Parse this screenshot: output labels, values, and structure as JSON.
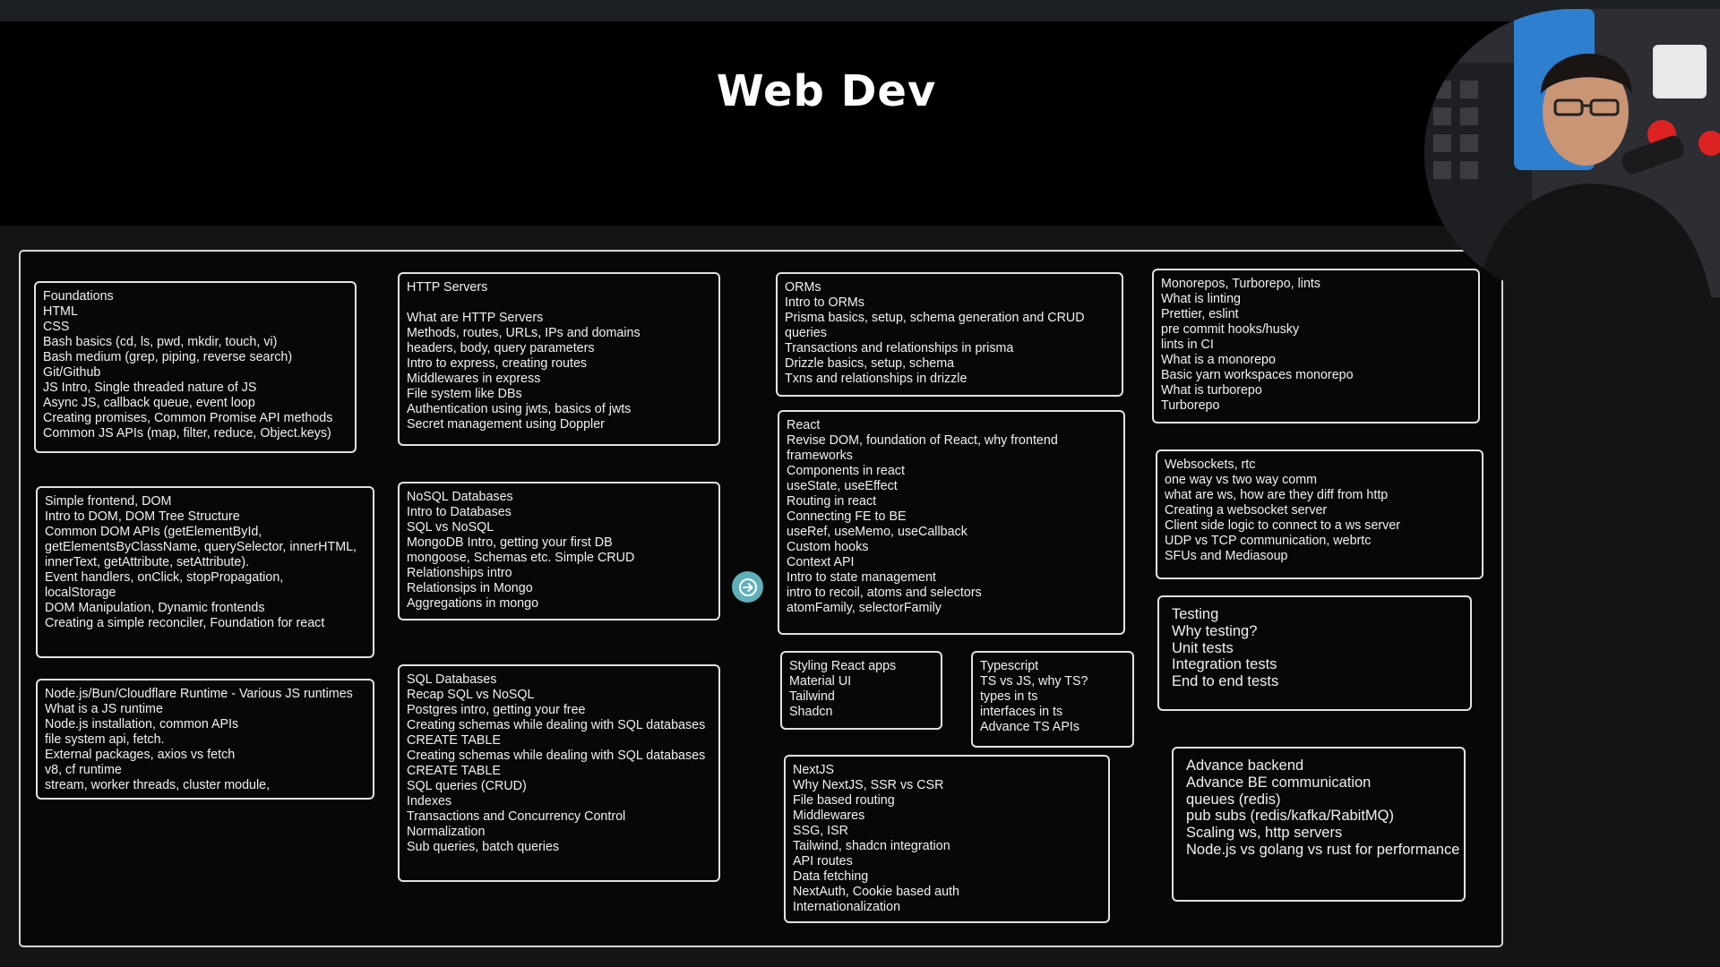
{
  "title": "Web Dev",
  "cards": {
    "foundations": [
      "Foundations",
      "HTML",
      "CSS",
      "Bash basics (cd, ls, pwd, mkdir, touch, vi)",
      "Bash medium (grep, piping, reverse search)",
      "Git/Github",
      "JS Intro, Single threaded nature of JS",
      "Async JS, callback queue, event loop",
      "Creating promises, Common Promise API methods",
      "Common JS APIs (map, filter, reduce, Object.keys)"
    ],
    "frontend": [
      "Simple frontend, DOM",
      "Intro to DOM, DOM Tree Structure",
      "Common DOM APIs (getElementById,",
      "getElementsByClassName, querySelector, innerHTML,",
      "innerText, getAttribute, setAttribute).",
      "Event handlers, onClick, stopPropagation,",
      "localStorage",
      "DOM Manipulation, Dynamic frontends",
      "Creating a simple reconciler, Foundation for react"
    ],
    "runtime": [
      "Node.js/Bun/Cloudflare Runtime - Various JS runtimes",
      "What is a JS runtime",
      "Node.js installation, common APIs",
      "file system api, fetch.",
      "External packages, axios vs fetch",
      "v8, cf runtime",
      "stream, worker threads, cluster module,"
    ],
    "http": [
      "HTTP Servers",
      "",
      "What are HTTP Servers",
      "Methods, routes, URLs, IPs and domains",
      "headers, body, query parameters",
      "Intro to express, creating routes",
      "Middlewares in express",
      "File system like DBs",
      "Authentication using jwts, basics of jwts",
      "Secret management using Doppler"
    ],
    "nosql": [
      "NoSQL Databases",
      "Intro to Databases",
      "SQL vs NoSQL",
      "MongoDB Intro, getting your first DB",
      "mongoose, Schemas etc. Simple CRUD",
      "Relationships intro",
      "Relationsips in Mongo",
      "Aggregations in mongo"
    ],
    "sql": [
      "SQL Databases",
      "Recap SQL vs NoSQL",
      "Postgres intro, getting your free",
      "Creating schemas while dealing with SQL databases",
      "CREATE TABLE",
      "Creating schemas while dealing with SQL databases",
      "CREATE TABLE",
      "SQL queries (CRUD)",
      "Indexes",
      "Transactions and Concurrency Control",
      "Normalization",
      "Sub queries, batch queries"
    ],
    "orms": [
      "ORMs",
      "Intro to ORMs",
      "Prisma basics, setup, schema generation and CRUD",
      "queries",
      "Transactions and relationships in prisma",
      "Drizzle basics, setup, schema",
      "Txns and relationships in drizzle"
    ],
    "react": [
      "React",
      "Revise DOM, foundation of React, why frontend",
      "frameworks",
      "Components in react",
      "useState, useEffect",
      "Routing in react",
      "Connecting FE to BE",
      "useRef, useMemo, useCallback",
      "Custom hooks",
      "Context API",
      "Intro to state management",
      "intro to recoil, atoms and selectors",
      "atomFamily, selectorFamily"
    ],
    "styling": [
      "Styling React apps",
      "Material UI",
      "Tailwind",
      "Shadcn"
    ],
    "typescript": [
      "Typescript",
      "TS vs JS, why TS?",
      "types in ts",
      "interfaces in ts",
      "Advance TS APIs"
    ],
    "nextjs": [
      "NextJS",
      "Why NextJS, SSR vs CSR",
      "File based routing",
      "Middlewares",
      "SSG, ISR",
      "Tailwind, shadcn integration",
      "API routes",
      "Data fetching",
      "NextAuth, Cookie based auth",
      "Internationalization"
    ],
    "monorepos": [
      "Monorepos, Turborepo, lints",
      "What is linting",
      "Prettier, eslint",
      "pre commit hooks/husky",
      "lints in CI",
      "What is a monorepo",
      "Basic yarn workspaces monorepo",
      "What is turborepo",
      "Turborepo"
    ],
    "websockets": [
      "Websockets, rtc",
      "one way vs two way comm",
      "what are ws, how are they diff from http",
      "Creating a websocket server",
      "Client side logic to connect to a ws server",
      "UDP vs TCP communication, webrtc",
      "SFUs and Mediasoup"
    ],
    "testing": [
      "Testing",
      "Why testing?",
      "Unit tests",
      "Integration tests",
      "End to end tests"
    ],
    "advanced": [
      "Advance backend",
      "Advance BE communication",
      "queues (redis)",
      "pub subs (redis/kafka/RabitMQ)",
      "Scaling ws, http servers",
      "Node.js vs golang vs rust for performance"
    ]
  },
  "icons": {
    "arrow": "arrow-right-circle-icon",
    "webcam": "presenter-webcam"
  },
  "colors": {
    "arrow_bg": "#5fb0b9",
    "board_border": "#d6d6d6",
    "topbar": "#1c1f24"
  }
}
